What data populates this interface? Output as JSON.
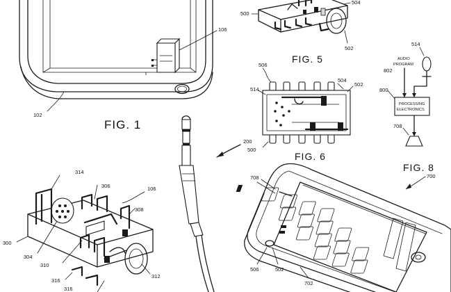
{
  "figures": {
    "fig1": "FIG. 1",
    "fig5": "FIG. 5",
    "fig6": "FIG. 6",
    "fig8": "FIG. 8"
  },
  "labels": {
    "r102": "102",
    "r106_fig1": "106",
    "r500_fig5": "500",
    "r504_fig5": "504",
    "r502_fig5": "502",
    "r506_fig6": "506",
    "r514_fig6": "514",
    "r504_fig6": "504",
    "r502_fig6": "502",
    "r200": "200",
    "r500_fig6": "500",
    "r514_fig8": "514",
    "r802": "802",
    "r800": "800",
    "r708_fig8": "708",
    "r314": "314",
    "r306": "306",
    "r106_fig3": "106",
    "r308": "308",
    "r300": "300",
    "r304": "304",
    "r310": "310",
    "r312": "312",
    "r316a": "316",
    "r316b": "316",
    "r708_phone": "708",
    "r700": "700",
    "r506_phone": "506",
    "r502_phone": "502",
    "r702": "702"
  },
  "fig8": {
    "audio_program_line1": "AUDIO",
    "audio_program_line2": "PROGRAM",
    "processing_line1": "PROCESSING",
    "processing_line2": "ELECTRONICS"
  }
}
